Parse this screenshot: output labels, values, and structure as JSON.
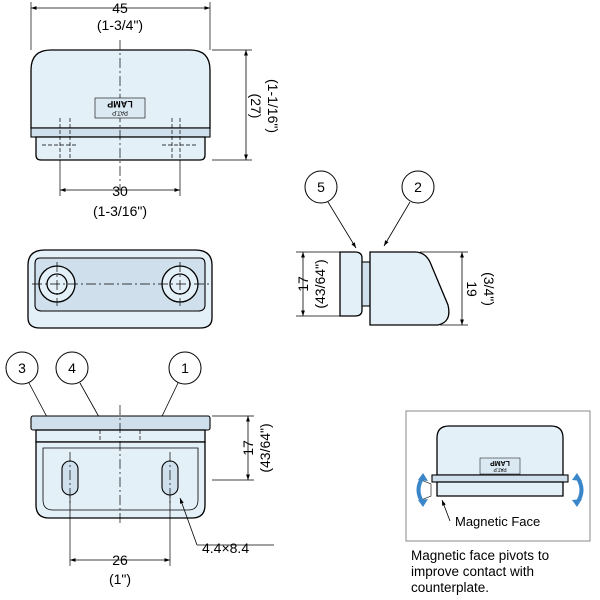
{
  "top_view": {
    "width_mm": "45",
    "width_in": "(1-3/4\")",
    "height_mm": "(27)",
    "height_in": "(1-1/16\")",
    "hole_pitch_mm": "30",
    "hole_pitch_in": "(1-3/16\")",
    "logo": "LAMP",
    "logo_mark": "PAT.P"
  },
  "side_view": {
    "callout_a": "5",
    "callout_b": "2",
    "plate_height_mm": "17",
    "plate_height_in": "(43/64\")",
    "body_height_mm": "19",
    "body_height_in": "(3/4\")"
  },
  "counterplate_view": {
    "callout_a": "3",
    "callout_b": "4",
    "callout_c": "1",
    "height_mm": "17",
    "height_in": "(43/64\")",
    "slot_pitch_mm": "26",
    "slot_pitch_in": "(1\")",
    "slot_size": "4.4×8.4"
  },
  "inset": {
    "label": "Magnetic Face",
    "logo": "LAMP",
    "logo_mark": "PAT.P",
    "accent": "#3a86c8"
  },
  "caption": {
    "line1": "Magnetic face pivots to",
    "line2": "improve contact with",
    "line3": "counterplate."
  }
}
